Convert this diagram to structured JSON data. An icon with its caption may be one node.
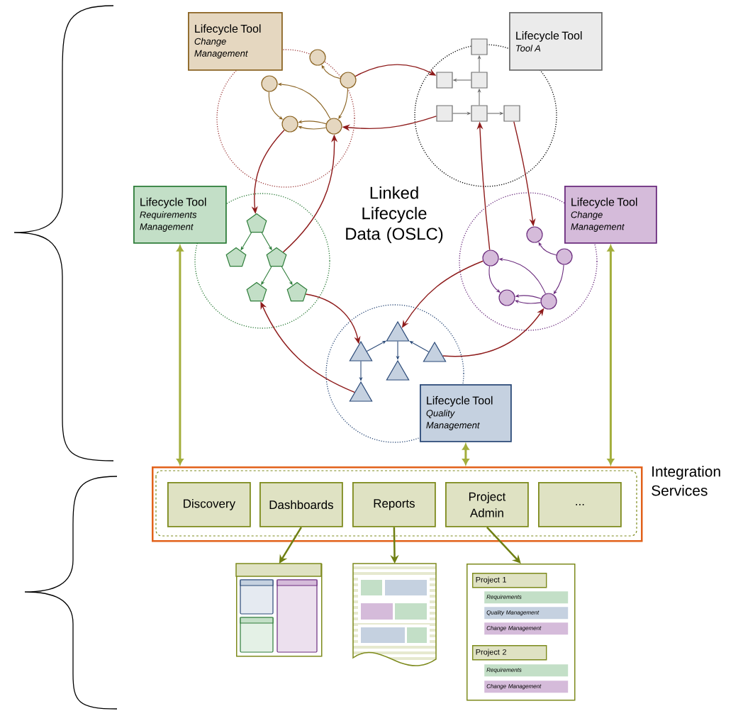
{
  "diagram": {
    "nodes": [
      {
        "text": [
          "Lifecycle Tool",
          "Change Management"
        ]
      },
      {
        "text": [
          "Lifecycle Tool",
          "Tool A"
        ]
      },
      {
        "text": [
          "Lifecycle Tool",
          "Requirements Management"
        ]
      },
      {
        "text": [
          "Lifecycle Tool",
          "Change Management"
        ]
      },
      {
        "text": [
          "Lifecycle Tool",
          "Quality Management"
        ]
      },
      {
        "text": [],
        "shape": "circle"
      },
      {
        "text": [],
        "shape": "circle"
      },
      {
        "text": [],
        "shape": "circle"
      },
      {
        "text": [],
        "shape": "circle"
      },
      {
        "text": [],
        "shape": "circle"
      },
      {
        "text": [],
        "shape": "box"
      },
      {
        "text": [],
        "shape": "box"
      },
      {
        "text": [],
        "shape": "box"
      },
      {
        "text": [],
        "shape": "box"
      },
      {
        "text": [],
        "shape": "box"
      },
      {
        "text": [],
        "shape": "box"
      },
      {
        "text": [],
        "shape": "pentagon"
      },
      {
        "text": [],
        "shape": "pentagon"
      },
      {
        "text": [],
        "shape": "pentagon"
      },
      {
        "text": [],
        "shape": "pentagon"
      },
      {
        "text": [],
        "shape": "pentagon"
      },
      {
        "text": [],
        "shape": "circle"
      },
      {
        "text": [],
        "shape": "circle"
      },
      {
        "text": [],
        "shape": "circle"
      },
      {
        "text": [],
        "shape": "circle"
      },
      {
        "text": [],
        "shape": "circle"
      },
      {
        "text": [],
        "shape": "triangle"
      },
      {
        "text": [],
        "shape": "triangle"
      },
      {
        "text": [],
        "shape": "triangle"
      },
      {
        "text": [],
        "shape": "triangle"
      },
      {
        "text": [],
        "shape": "triangle"
      },
      {
        "text": [],
        "shape": "box",
        "beside": [
          "Integration Services"
        ]
      },
      {
        "text": [
          "Discovery"
        ],
        "in": 31
      },
      {
        "text": [
          "Dashboards"
        ],
        "in": 31
      },
      {
        "text": [
          "Reports"
        ],
        "in": 31
      },
      {
        "text": [
          "Project Admin"
        ],
        "in": 31
      },
      {
        "text": [
          "..."
        ],
        "in": 31
      },
      {
        "text": [],
        "shape": "picture"
      },
      {
        "text": [],
        "shape": "picture"
      },
      {
        "text": [],
        "shape": "box"
      },
      {
        "text": [
          "Project 1"
        ],
        "in": 39
      },
      {
        "text": [
          "Requirements"
        ],
        "in": 39
      },
      {
        "text": [
          "Quality Management"
        ],
        "in": 39
      },
      {
        "text": [
          "Change Management"
        ],
        "in": 39
      },
      {
        "text": [
          "Project 2"
        ],
        "in": 39
      },
      {
        "text": [
          "Requirements"
        ],
        "in": 39
      },
      {
        "text": [
          "Change Management"
        ],
        "in": 39
      }
    ],
    "edges": [
      {
        "from": 6,
        "to": 5,
        "arrow": "to",
        "color": "#8b6423"
      },
      {
        "from": 6,
        "to": 9,
        "arrow": "to",
        "color": "#8b6423"
      },
      {
        "from": 9,
        "to": 7,
        "arrow": "to",
        "color": "#8b6423"
      },
      {
        "from": 7,
        "to": 8,
        "arrow": "to",
        "color": "#8b6423"
      },
      {
        "from": 9,
        "to": 8,
        "arrow": "to",
        "color": "#8b6423"
      },
      {
        "from": 9,
        "to": 8,
        "arrow": "to",
        "color": "#8b6423"
      },
      {
        "from": 11,
        "to": 10,
        "arrow": "to",
        "color": "#6e6e6e"
      },
      {
        "from": 11,
        "to": 12,
        "arrow": "to",
        "color": "#6e6e6e"
      },
      {
        "from": 14,
        "to": 11,
        "arrow": "to",
        "color": "#6e6e6e"
      },
      {
        "from": 13,
        "to": 14,
        "arrow": "to",
        "color": "#6e6e6e"
      },
      {
        "from": 14,
        "to": 15,
        "arrow": "to",
        "color": "#6e6e6e"
      },
      {
        "from": 16,
        "to": 17,
        "arrow": "to",
        "color": "#2e7d3a"
      },
      {
        "from": 16,
        "to": 18,
        "arrow": "to",
        "color": "#2e7d3a"
      },
      {
        "from": 18,
        "to": 19,
        "arrow": "to",
        "color": "#2e7d3a"
      },
      {
        "from": 18,
        "to": 20,
        "arrow": "to",
        "color": "#2e7d3a"
      },
      {
        "from": 22,
        "to": 21,
        "arrow": "to",
        "color": "#6b2c7e"
      },
      {
        "from": 22,
        "to": 25,
        "arrow": "to",
        "color": "#6b2c7e"
      },
      {
        "from": 25,
        "to": 23,
        "arrow": "to",
        "color": "#6b2c7e"
      },
      {
        "from": 23,
        "to": 24,
        "arrow": "to",
        "color": "#6b2c7e"
      },
      {
        "from": 25,
        "to": 24,
        "arrow": "to",
        "color": "#6b2c7e"
      },
      {
        "from": 25,
        "to": 24,
        "arrow": "to",
        "color": "#6b2c7e"
      },
      {
        "from": 26,
        "to": 27,
        "arrow": "to",
        "color": "#2b4a78"
      },
      {
        "from": 28,
        "to": 27,
        "arrow": "to",
        "color": "#2b4a78"
      },
      {
        "from": 27,
        "to": 29,
        "arrow": "to",
        "color": "#2b4a78"
      },
      {
        "from": 26,
        "to": 30,
        "arrow": "to",
        "color": "#2b4a78"
      },
      {
        "from": 6,
        "to": 12,
        "arrow": "to",
        "color": "#8e1b1b"
      },
      {
        "from": 13,
        "to": 9,
        "arrow": "to",
        "color": "#8e1b1b"
      },
      {
        "from": 8,
        "to": 16,
        "arrow": "to",
        "color": "#8e1b1b"
      },
      {
        "from": 18,
        "to": 9,
        "arrow": "to",
        "color": "#8e1b1b"
      },
      {
        "from": 15,
        "to": 21,
        "arrow": "to",
        "color": "#8e1b1b"
      },
      {
        "from": 23,
        "to": 14,
        "arrow": "to",
        "color": "#8e1b1b"
      },
      {
        "from": 23,
        "to": 27,
        "arrow": "to",
        "color": "#8e1b1b"
      },
      {
        "from": 28,
        "to": 25,
        "arrow": "to",
        "color": "#8e1b1b"
      },
      {
        "from": 20,
        "to": 26,
        "arrow": "to",
        "color": "#8e1b1b"
      },
      {
        "from": 30,
        "to": 19,
        "arrow": "to",
        "color": "#8e1b1b"
      },
      {
        "from": 2,
        "to": 31,
        "arrow": "both",
        "style": "thick",
        "color": "#a3ae3c"
      },
      {
        "from": 4,
        "to": 31,
        "arrow": "both",
        "style": "thick",
        "color": "#a3ae3c"
      },
      {
        "from": 3,
        "to": 31,
        "arrow": "both",
        "style": "thick",
        "color": "#a3ae3c"
      },
      {
        "from": 33,
        "to": 37,
        "arrow": "to",
        "color": "#6f7f12"
      },
      {
        "from": 34,
        "to": 38,
        "arrow": "to",
        "color": "#6f7f12"
      },
      {
        "from": 35,
        "to": 39,
        "arrow": "to",
        "color": "#6f7f12"
      }
    ],
    "labels": [
      "Linked Lifecycle Data (OSLC)"
    ]
  }
}
